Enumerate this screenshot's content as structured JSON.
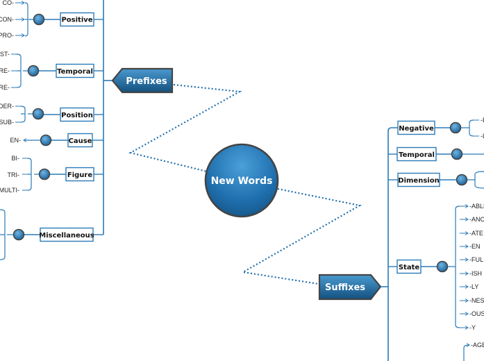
{
  "center": {
    "label": "New Words"
  },
  "prefixes": {
    "label": "Prefixes",
    "groups": [
      {
        "label": "Positive",
        "items": [
          "CO-",
          "CON-",
          "PRO-"
        ]
      },
      {
        "label": "Temporal",
        "items": [
          "POST-",
          "PRE-",
          "FORE-"
        ]
      },
      {
        "label": "Position",
        "items": [
          "UNDER-",
          "SUB-"
        ]
      },
      {
        "label": "Cause",
        "items": [
          "EN-"
        ]
      },
      {
        "label": "Figure",
        "items": [
          "BI-",
          "TRI-",
          "MULTI-"
        ]
      },
      {
        "label": "Miscellaneous",
        "items": []
      }
    ]
  },
  "suffixes": {
    "label": "Suffixes",
    "groups": [
      {
        "label": "Negative",
        "items": [
          "-E",
          "-L"
        ]
      },
      {
        "label": "Temporal",
        "items": []
      },
      {
        "label": "Dimension",
        "items": []
      },
      {
        "label": "State",
        "items": [
          "-ABLE",
          "-ANCE",
          "-ATE",
          "-EN",
          "-FUL",
          "-ISH",
          "-LY",
          "-NESS",
          "-OUS",
          "-Y"
        ]
      },
      {
        "label": "",
        "items": [
          "-AGE"
        ]
      }
    ]
  },
  "colors": {
    "line": "#2a7ab8",
    "node_dark": "#13507e",
    "node_light": "#3a8fca",
    "box_border": "#2a7ab8",
    "dots": "#1f6fae"
  }
}
